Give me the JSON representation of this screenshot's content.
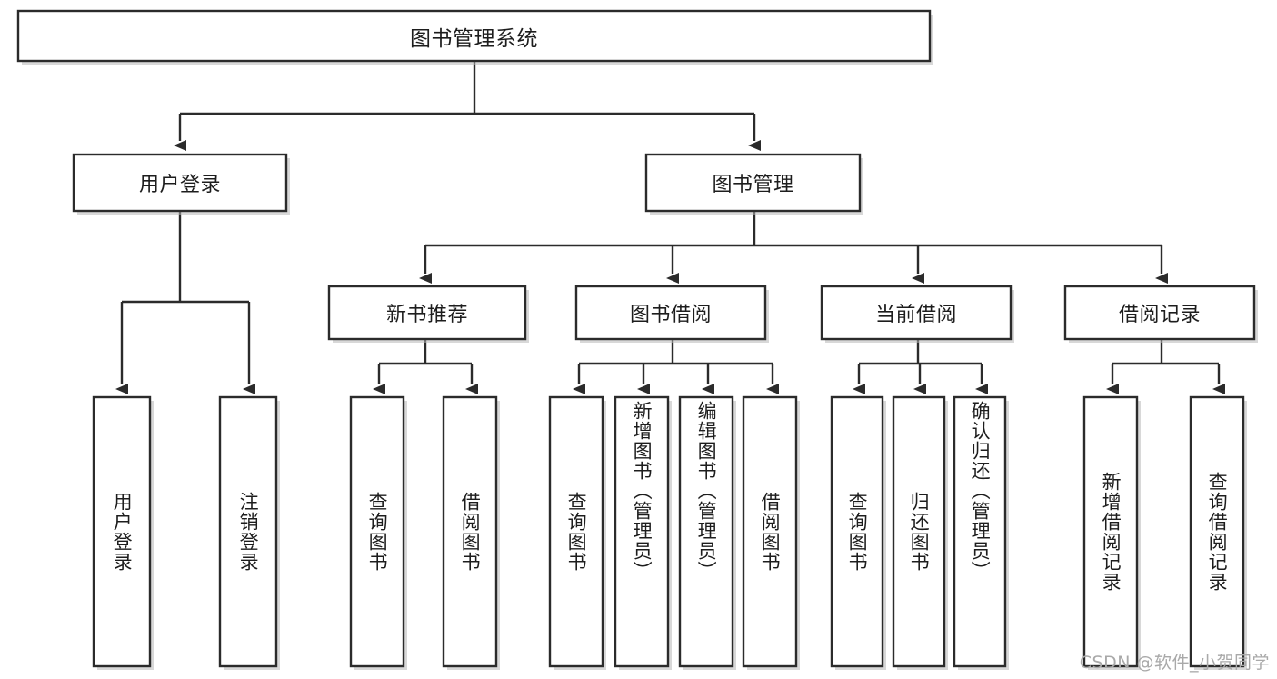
{
  "diagram": {
    "type": "tree-hierarchy",
    "title": "图书管理系统",
    "root": {
      "id": "root",
      "label": "图书管理系统"
    },
    "level2": [
      {
        "id": "user-login",
        "label": "用户登录"
      },
      {
        "id": "book-manage",
        "label": "图书管理"
      }
    ],
    "level3": [
      {
        "id": "new-book-recommend",
        "label": "新书推荐",
        "parent": "book-manage"
      },
      {
        "id": "book-borrow",
        "label": "图书借阅",
        "parent": "book-manage"
      },
      {
        "id": "current-borrow",
        "label": "当前借阅",
        "parent": "book-manage"
      },
      {
        "id": "borrow-record",
        "label": "借阅记录",
        "parent": "book-manage"
      }
    ],
    "leaves": [
      {
        "id": "leaf-user-login",
        "label": "用户登录",
        "parent": "user-login"
      },
      {
        "id": "leaf-user-logout",
        "label": "注销登录",
        "parent": "user-login"
      },
      {
        "id": "leaf-query-book-1",
        "label": "查询图书",
        "parent": "new-book-recommend"
      },
      {
        "id": "leaf-borrow-book-1",
        "label": "借阅图书",
        "parent": "new-book-recommend"
      },
      {
        "id": "leaf-query-book-2",
        "label": "查询图书",
        "parent": "book-borrow"
      },
      {
        "id": "leaf-add-book",
        "label": "新增图书（管理员）",
        "parent": "book-borrow"
      },
      {
        "id": "leaf-edit-book",
        "label": "编辑图书（管理员）",
        "parent": "book-borrow"
      },
      {
        "id": "leaf-borrow-book-2",
        "label": "借阅图书",
        "parent": "book-borrow"
      },
      {
        "id": "leaf-query-book-3",
        "label": "查询图书",
        "parent": "current-borrow"
      },
      {
        "id": "leaf-return-book",
        "label": "归还图书",
        "parent": "current-borrow"
      },
      {
        "id": "leaf-confirm-return",
        "label": "确认归还（管理员）",
        "parent": "current-borrow"
      },
      {
        "id": "leaf-add-record",
        "label": "新增借阅记录",
        "parent": "borrow-record"
      },
      {
        "id": "leaf-query-record",
        "label": "查询借阅记录",
        "parent": "borrow-record"
      }
    ],
    "colors": {
      "stroke": "#2b2b2b",
      "fill": "#ffffff",
      "text": "#1d1d1d",
      "shadow": "#b8b8b8",
      "watermark": "#a9a9a9"
    }
  },
  "watermark": {
    "text": "CSDN @软件_小贺同学"
  }
}
